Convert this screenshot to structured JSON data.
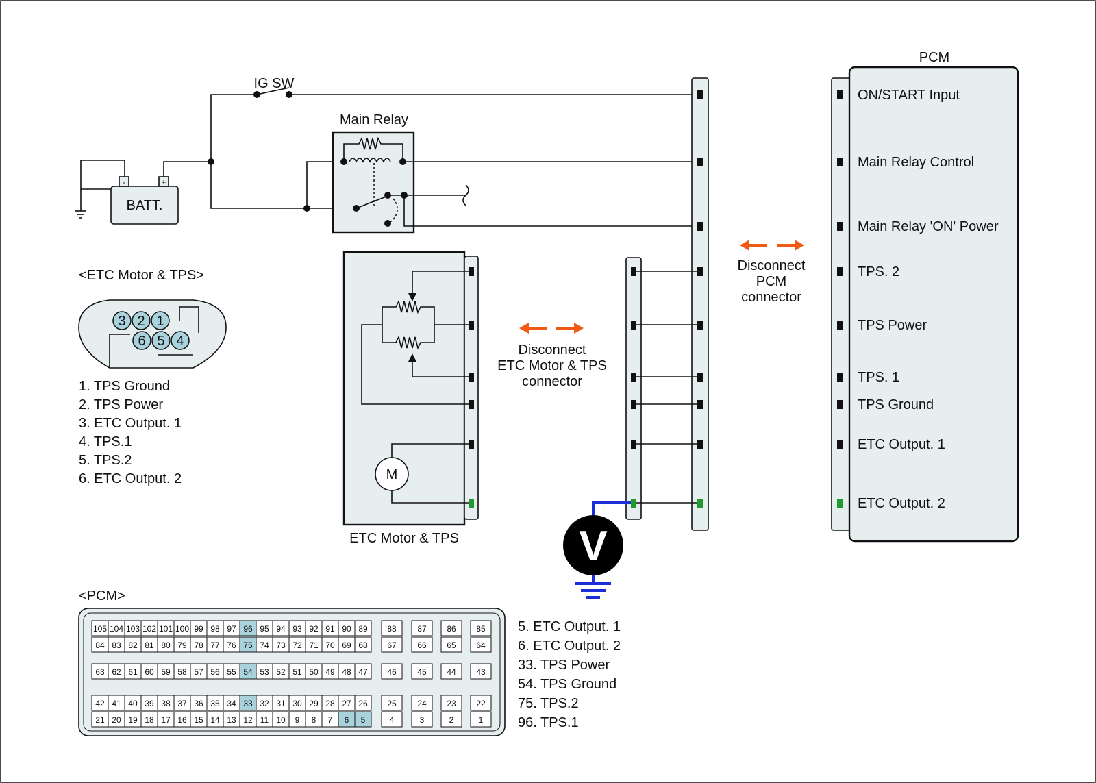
{
  "colors": {
    "wire": "#111111",
    "housing": "#e6eef0",
    "pin_highlight": "#a9d2dc",
    "green_signal": "#1e9a2e",
    "probe_blue": "#1a2fd6",
    "arrow_orange": "#f05a14"
  },
  "circuit": {
    "ig_sw": "IG SW",
    "main_relay": "Main Relay",
    "batt": "BATT.",
    "batt_minus": "-",
    "batt_plus": "+",
    "etc_title": "<ETC Motor & TPS>",
    "etc_box_label": "ETC Motor & TPS",
    "motor": "M",
    "voltmeter": "V",
    "pcm_label": "PCM",
    "pcm_title": "<PCM>",
    "disconnect_pcm": [
      "Disconnect",
      "PCM",
      "connector"
    ],
    "disconnect_etc": [
      "Disconnect",
      "ETC Motor & TPS",
      "connector"
    ]
  },
  "etc_connector": {
    "pins_top": [
      "3",
      "2",
      "1"
    ],
    "pins_bottom": [
      "6",
      "5",
      "4"
    ],
    "legend": [
      "1. TPS Ground",
      "2. TPS Power",
      "3. ETC Output. 1",
      "4. TPS.1",
      "5. TPS.2",
      "6. ETC Output. 2"
    ],
    "highlight_index": 5
  },
  "pcm_terminals": [
    {
      "label": "ON/START Input",
      "highlight": false
    },
    {
      "label": "Main Relay Control",
      "highlight": false
    },
    {
      "label": "Main Relay 'ON' Power",
      "highlight": false
    },
    {
      "label": "TPS. 2",
      "highlight": false
    },
    {
      "label": "TPS Power",
      "highlight": false
    },
    {
      "label": "TPS. 1",
      "highlight": false
    },
    {
      "label": "TPS Ground",
      "highlight": false
    },
    {
      "label": "ETC Output. 1",
      "highlight": false
    },
    {
      "label": "ETC Output. 2",
      "highlight": true
    }
  ],
  "pcm_connector": {
    "rows": [
      [
        "105",
        "104",
        "103",
        "102",
        "101",
        "100",
        "99",
        "98",
        "97",
        "96",
        "95",
        "94",
        "93",
        "92",
        "91",
        "90",
        "89"
      ],
      [
        "84",
        "83",
        "82",
        "81",
        "80",
        "79",
        "78",
        "77",
        "76",
        "75",
        "74",
        "73",
        "72",
        "71",
        "70",
        "69",
        "68"
      ],
      [
        "63",
        "62",
        "61",
        "60",
        "59",
        "58",
        "57",
        "56",
        "55",
        "54",
        "53",
        "52",
        "51",
        "50",
        "49",
        "48",
        "47"
      ],
      [
        "42",
        "41",
        "40",
        "39",
        "38",
        "37",
        "36",
        "35",
        "34",
        "33",
        "32",
        "31",
        "30",
        "29",
        "28",
        "27",
        "26"
      ],
      [
        "21",
        "20",
        "19",
        "18",
        "17",
        "16",
        "15",
        "14",
        "13",
        "12",
        "11",
        "10",
        "9",
        "8",
        "7",
        "6",
        "5"
      ]
    ],
    "side_rows": [
      [
        "88",
        "87",
        "86",
        "85"
      ],
      [
        "67",
        "66",
        "65",
        "64"
      ],
      [
        "46",
        "45",
        "44",
        "43"
      ],
      [
        "25",
        "24",
        "23",
        "22"
      ],
      [
        "4",
        "3",
        "2",
        "1"
      ]
    ],
    "highlighted_pins": [
      "96",
      "75",
      "54",
      "33",
      "6",
      "5"
    ],
    "legend": [
      "5. ETC Output. 1",
      "6. ETC Output. 2",
      "33. TPS Power",
      "54. TPS Ground",
      "75. TPS.2",
      "96. TPS.1"
    ],
    "highlight_index": 1
  }
}
